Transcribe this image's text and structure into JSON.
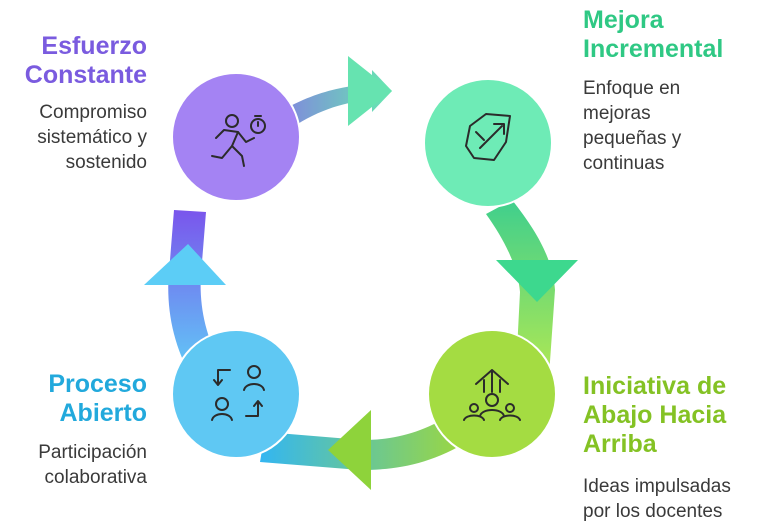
{
  "colors": {
    "purple": "#8a63ee",
    "green_light": "#5fe0a8",
    "lime": "#a5dc3a",
    "blue": "#35b8f0"
  },
  "steps": [
    {
      "key": "esfuerzo",
      "title": "Esfuerzo\nConstante",
      "description": "Compromiso\nsistemático y\nsostenido",
      "icon": "running-person-stopwatch-icon",
      "color": "#7a5bdf"
    },
    {
      "key": "mejora",
      "title": "Mejora\nIncremental",
      "description": "Enfoque en\nmejoras\npequeñas y\ncontinuas",
      "icon": "growth-arrow-tag-icon",
      "color": "#2fc884"
    },
    {
      "key": "iniciativa",
      "title": "Iniciativa de\nAbajo Hacia\nArriba",
      "description": "Ideas impulsadas\npor los docentes",
      "icon": "group-upward-arrow-icon",
      "color": "#84c224"
    },
    {
      "key": "proceso",
      "title": "Proceso\nAbierto",
      "description": "Participación\ncolaborativa",
      "icon": "people-exchange-icon",
      "color": "#22a9dc"
    }
  ]
}
